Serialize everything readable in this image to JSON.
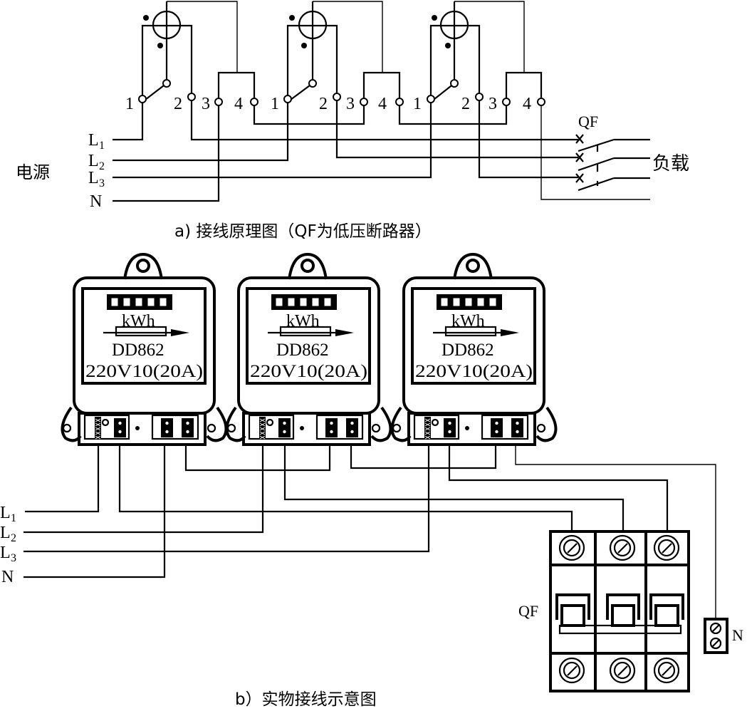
{
  "part_a": {
    "caption": "a) 接线原理图（QF为低压断路器）",
    "source_label": "电源",
    "load_label": "负载",
    "breaker_label": "QF",
    "lines": [
      {
        "label": "L",
        "sub": "1"
      },
      {
        "label": "L",
        "sub": "2"
      },
      {
        "label": "L",
        "sub": "3"
      },
      {
        "label": "N",
        "sub": ""
      }
    ],
    "meters": [
      {
        "terminals": [
          "1",
          "2",
          "3",
          "4"
        ]
      },
      {
        "terminals": [
          "1",
          "2",
          "3",
          "4"
        ]
      },
      {
        "terminals": [
          "1",
          "2",
          "3",
          "4"
        ]
      }
    ]
  },
  "part_b": {
    "caption": "b）实物接线示意图",
    "breaker_label": "QF",
    "neutral_block_label": "N",
    "lines": [
      {
        "label": "L",
        "sub": "1"
      },
      {
        "label": "L",
        "sub": "2"
      },
      {
        "label": "L",
        "sub": "3"
      },
      {
        "label": "N",
        "sub": ""
      }
    ],
    "meters": [
      {
        "unit": "kWh",
        "model": "DD862",
        "rating": "220V10(20A)"
      },
      {
        "unit": "kWh",
        "model": "DD862",
        "rating": "220V10(20A)"
      },
      {
        "unit": "kWh",
        "model": "DD862",
        "rating": "220V10(20A)"
      }
    ]
  }
}
